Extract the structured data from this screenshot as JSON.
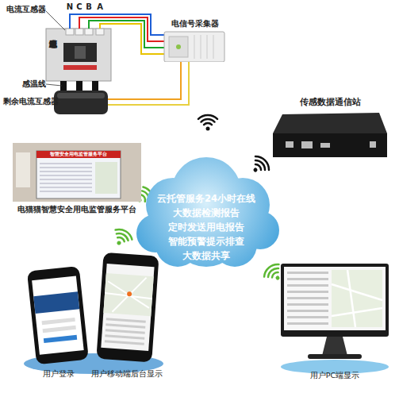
{
  "diagram": {
    "nodes": [
      {
        "text": [
          "电信号采集器"
        ]
      },
      {
        "text": [
          "传感数据通信站"
        ]
      },
      {
        "text": [
          "智慧安全用电监管服务平台",
          "电猫猫智慧安全用电监管服务平台"
        ]
      },
      {
        "text": [
          "云托管服务24小时在线",
          "大数据检测报告",
          "定时发送用电报告",
          "智能预警提示排查",
          "大数据共享"
        ]
      },
      {
        "text": [
          "用户登录"
        ]
      },
      {
        "text": [
          "用户移动端后台显示"
        ]
      },
      {
        "text": [
          "用户PC端显示"
        ]
      }
    ],
    "labels": [
      "电流互感器",
      "N",
      "C",
      "B",
      "A",
      "电源总进线",
      "感温线",
      "剩余电流互感器"
    ]
  }
}
